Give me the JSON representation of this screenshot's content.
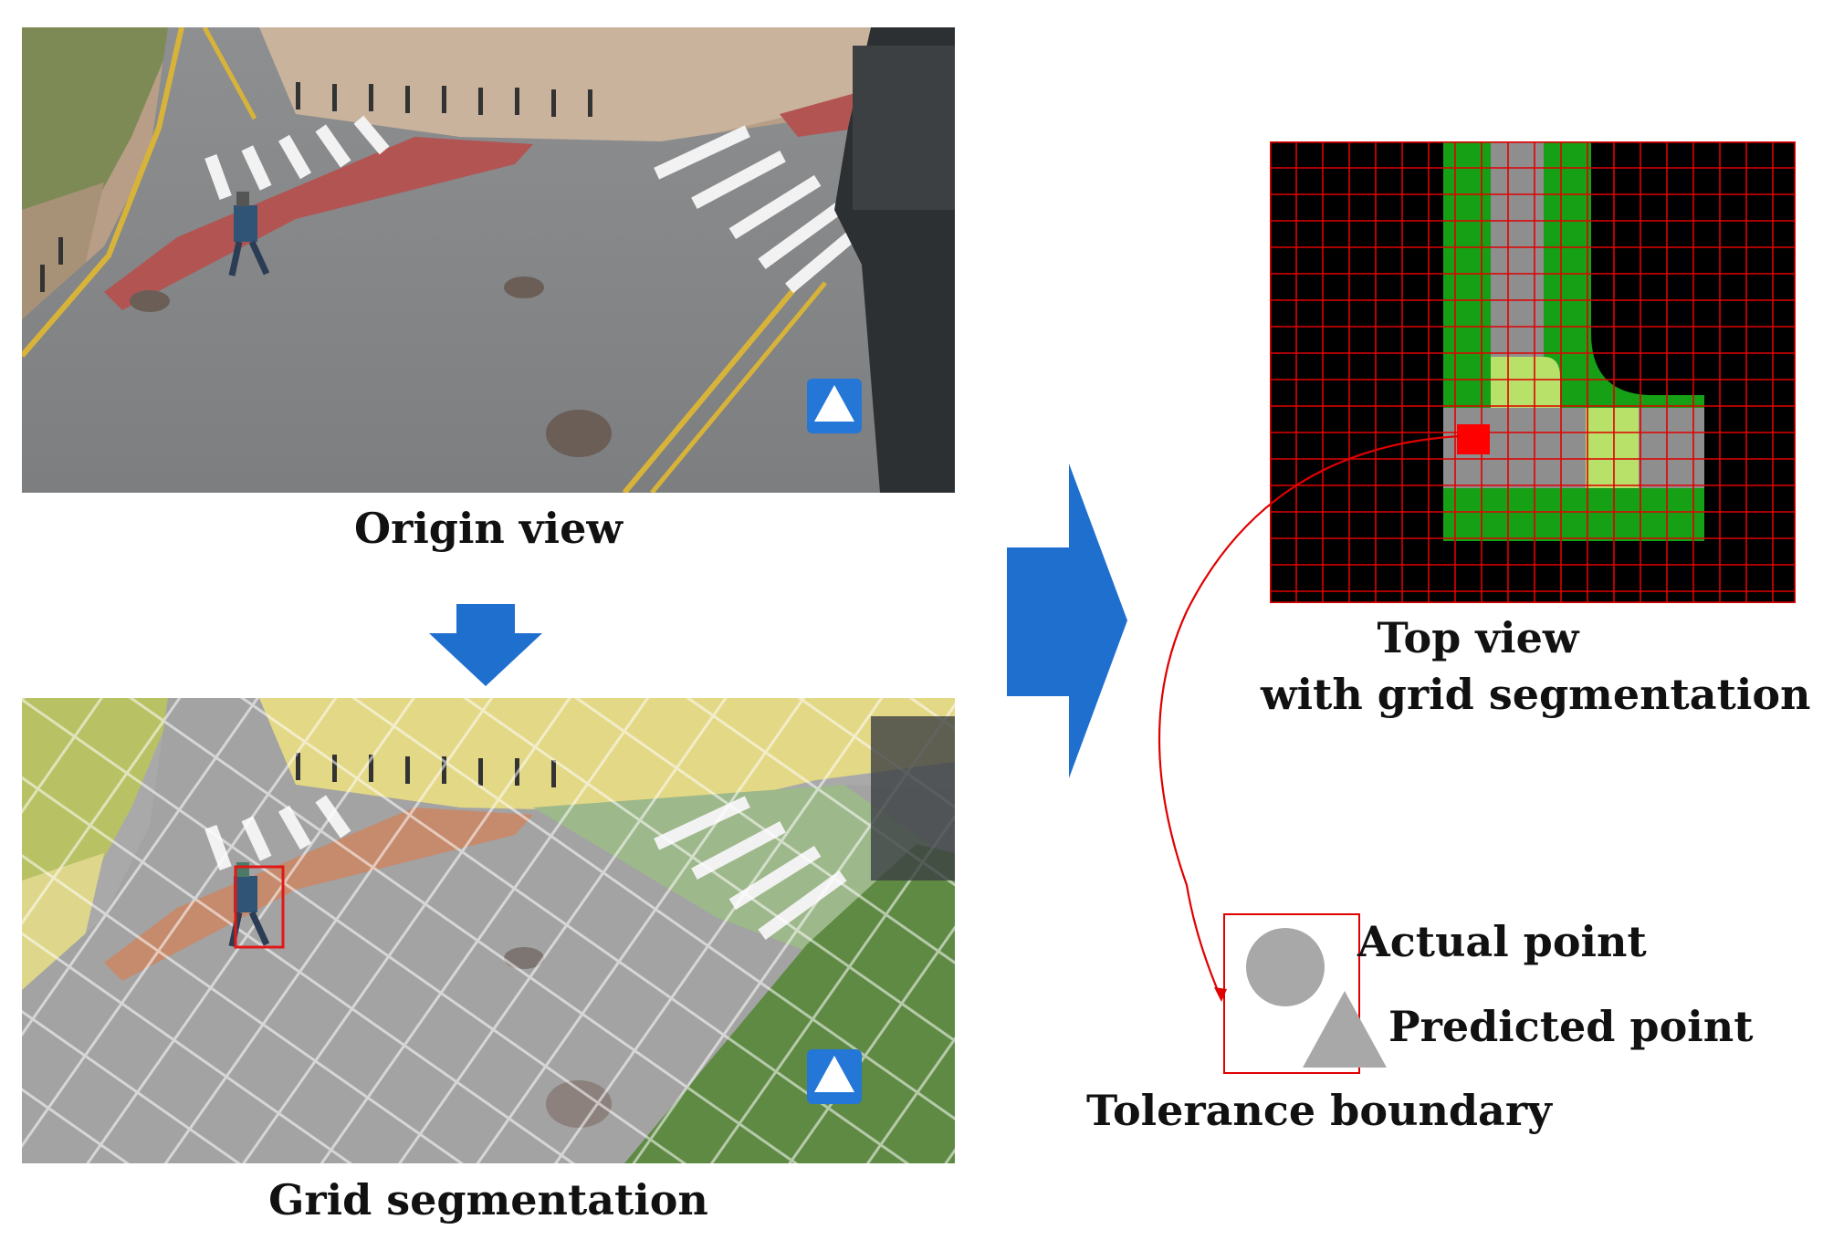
{
  "origin_view": {
    "caption": "Origin view"
  },
  "grid_view": {
    "caption": "Grid segmentation"
  },
  "top_view": {
    "caption_line1": "Top view",
    "caption_line2": "with grid segmentation"
  },
  "legend": {
    "actual": "Actual point",
    "predicted": "Predicted point",
    "tolerance": "Tolerance boundary"
  },
  "colors": {
    "arrow": "#1f6fcf",
    "grid_line": "#e00000",
    "road": "#8c8c8c",
    "sidewalk": "#15a015",
    "crosswalk": "#b7e06a",
    "background": "#000000",
    "marker": "#ff0000"
  }
}
